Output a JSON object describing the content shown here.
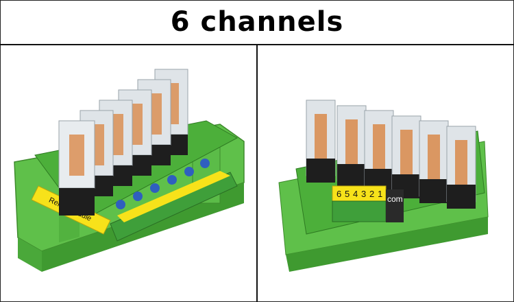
{
  "header": {
    "title": "6 channels"
  },
  "left_photo": {
    "label_text": "Relay Module",
    "relay_count": 6
  },
  "right_photo": {
    "terminal_numbers": [
      "6",
      "5",
      "4",
      "3",
      "2",
      "1"
    ],
    "common_label": "com",
    "relay_count": 6
  },
  "colors": {
    "board_green": "#4caf3a",
    "din_rail_green": "#5fc04a",
    "relay_case": "#dfe4e8",
    "relay_base": "#1e1e1e",
    "coil_copper": "#d98a4a",
    "terminal_green": "#3f9f3a",
    "label_yellow": "#f7e21a",
    "cap_blue": "#2f5fbf"
  }
}
